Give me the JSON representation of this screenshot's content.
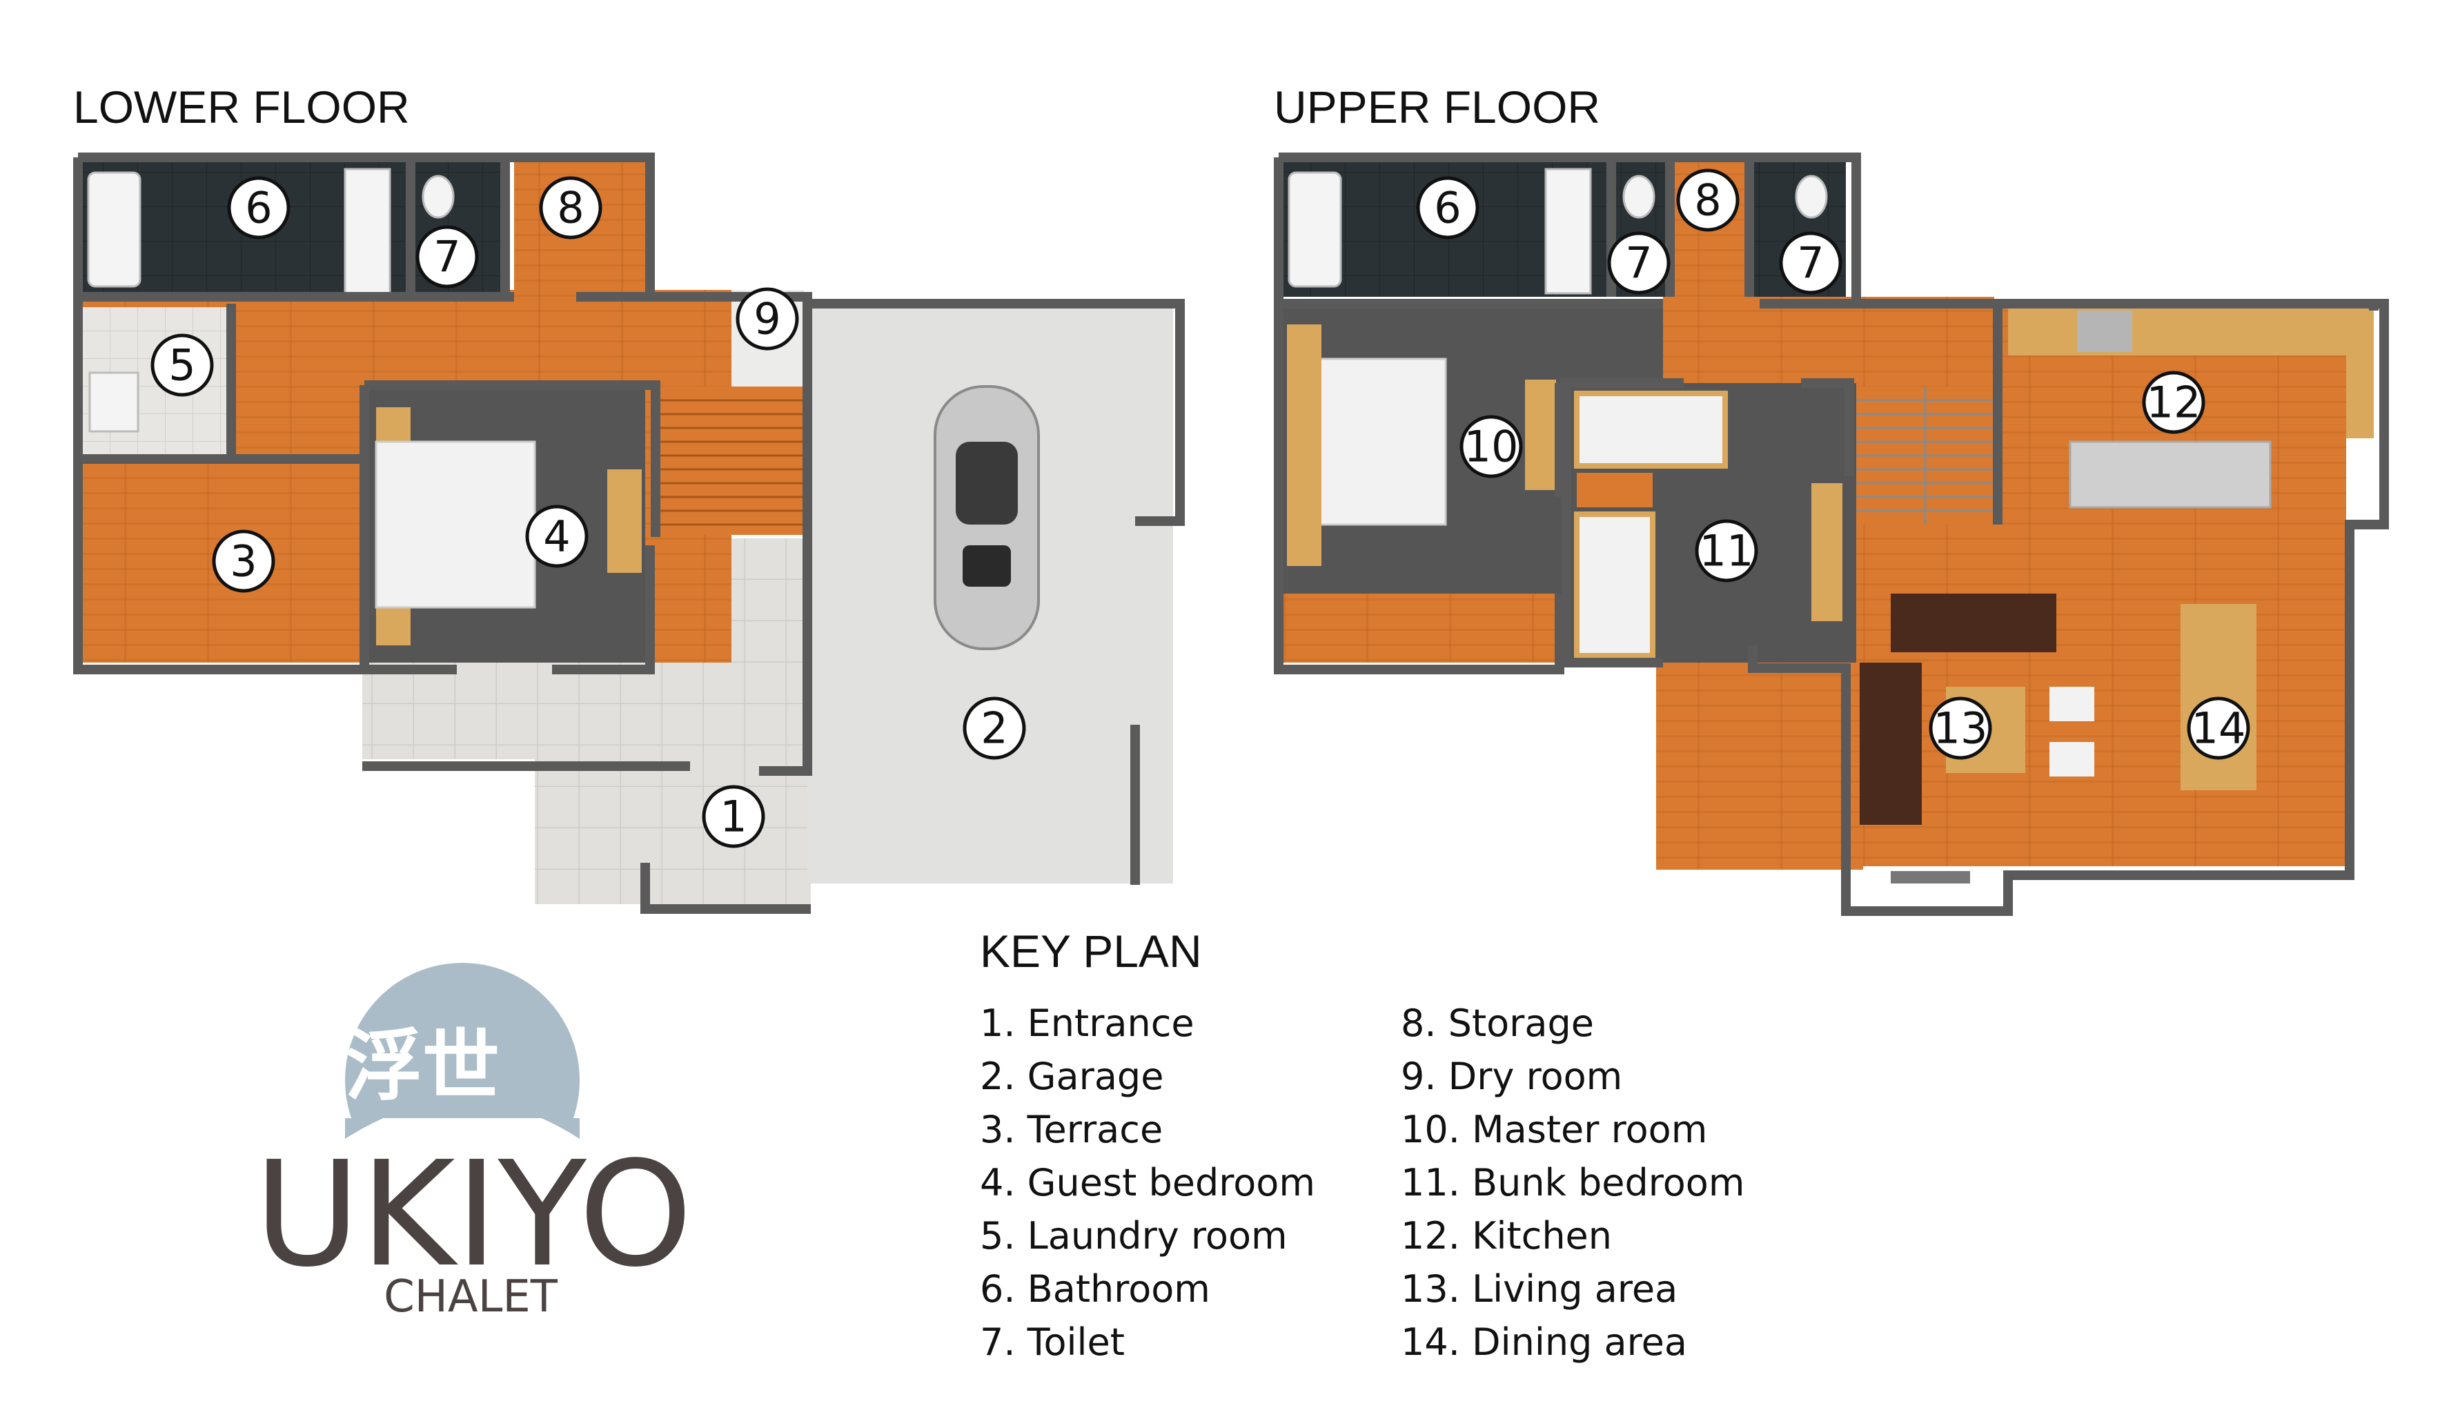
{
  "lower_floor": {
    "title": "LOWER FLOOR",
    "markers": [
      "1",
      "2",
      "3",
      "4",
      "5",
      "6",
      "7",
      "8",
      "9"
    ]
  },
  "upper_floor": {
    "title": "UPPER FLOOR",
    "markers": [
      "6",
      "7",
      "8",
      "7",
      "10",
      "11",
      "12",
      "13",
      "14"
    ]
  },
  "key_plan": {
    "title": "KEY PLAN",
    "column_a": [
      "1. Entrance",
      "2. Garage",
      "3. Terrace",
      "4. Guest bedroom",
      "5. Laundry room",
      "6. Bathroom",
      "7. Toilet"
    ],
    "column_b": [
      "8. Storage",
      "9. Dry room",
      "10. Master room",
      "11. Bunk bedroom",
      "12. Kitchen",
      "13. Living area",
      "14. Dining area"
    ]
  },
  "logo": {
    "kanji": "浮世",
    "name": "UKIYO",
    "subtitle": "CHALET"
  },
  "colors": {
    "wall": "#5a5a5a",
    "wood_floor": "#d9782e",
    "dark_floor": "#555555",
    "bathroom_tile": "#2b3236",
    "garage_floor": "#e4e4e2",
    "outdoor_tile": "#dedcd8",
    "logo_circle": "#a9bcc8",
    "logo_text": "#4a4342"
  }
}
